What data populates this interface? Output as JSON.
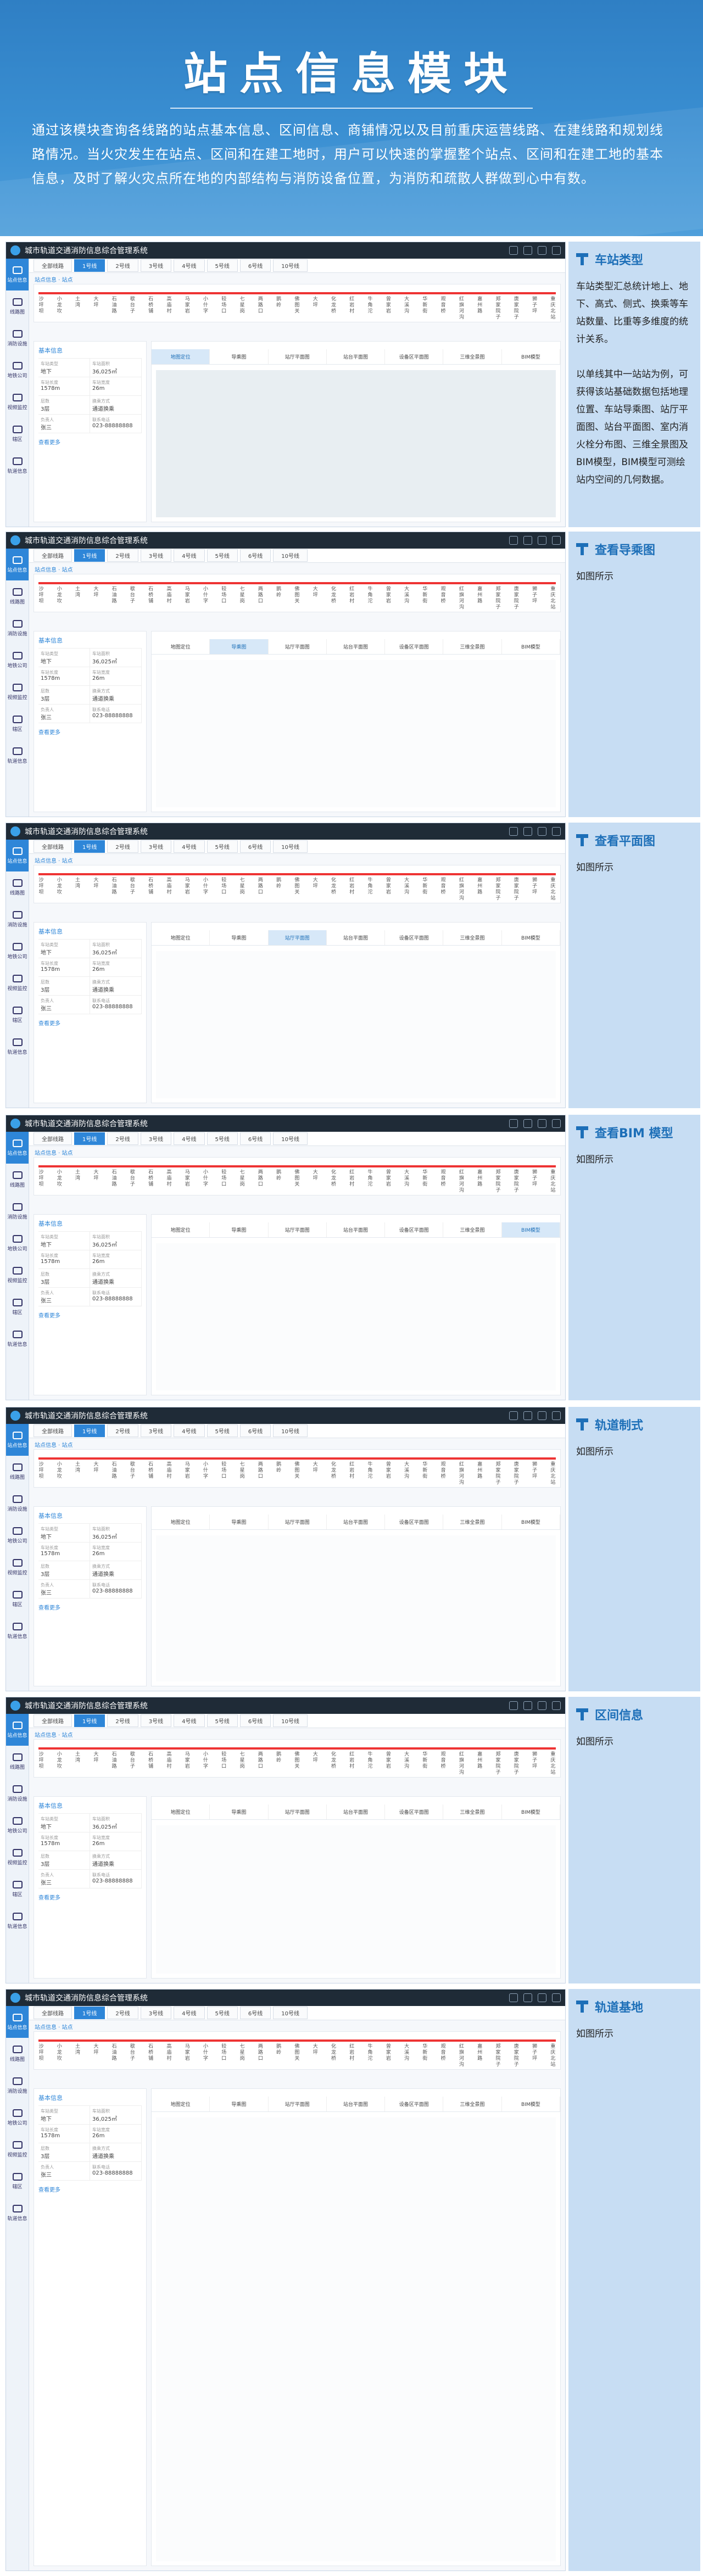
{
  "hero": {
    "title": "站点信息模块",
    "description": "通过该模块查询各线路的站点基本信息、区间信息、商铺情况以及目前重庆运营线路、在建线路和规划线路情况。当火灾发生在站点、区间和在建工地时，用户可以快速的掌握整个站点、区间和在建工地的基本信息，及时了解火灾点所在地的内部结构与消防设备位置，为消防和疏散人群做到心中有数。"
  },
  "app": {
    "name": "城市轨道交通消防信息综合管理系统",
    "line_tabs": [
      "全部线路",
      "1号线",
      "2号线",
      "3号线",
      "4号线",
      "5号线",
      "6号线",
      "10号线"
    ],
    "crumb": "站点信息 · 站点",
    "nav": [
      "站点信息",
      "线路图",
      "消防设施",
      "地铁公司",
      "视频监控",
      "辖区",
      "轨道信息"
    ],
    "view_tabs": [
      "地图定位",
      "导乘图",
      "站厅平面图",
      "站台平面图",
      "设备区平面图",
      "三维全景图",
      "BIM模型"
    ],
    "stations": [
      "沙坪坝",
      "小龙坎",
      "土湾",
      "大坪",
      "石油路",
      "歇台子",
      "石桥铺",
      "高庙村",
      "马家岩",
      "小什字",
      "较场口",
      "七星岗",
      "两路口",
      "鹅岭",
      "佛图关",
      "大坪",
      "化龙桥",
      "红岩村",
      "牛角沱",
      "曾家岩",
      "大溪沟",
      "华新街",
      "观音桥",
      "红旗河沟",
      "嘉州路",
      "郑家院子",
      "唐家院子",
      "狮子坪",
      "重庆北站"
    ],
    "info_card_title": "基本信息",
    "info_fields": [
      {
        "label": "车站类型",
        "value": "地下"
      },
      {
        "label": "车站面积",
        "value": "36,025㎡"
      },
      {
        "label": "车站长度",
        "value": "1578m"
      },
      {
        "label": "车站宽度",
        "value": "26m"
      },
      {
        "label": "层数",
        "value": "3层"
      },
      {
        "label": "换乘方式",
        "value": "通道换乘"
      },
      {
        "label": "负责人",
        "value": "张三"
      },
      {
        "label": "联系电话",
        "value": "023-88888888"
      }
    ],
    "info_link": "查看更多",
    "map_title": "地图定位"
  },
  "sections": [
    {
      "title": "车站类型",
      "text": "车站类型汇总统计地上、地下、高式、侧式、换乘等车站数量、比重等多维度的统计关系。\n\n以单线其中一站站为例，可获得该站基础数据包括地理位置、车站导乘图、站厅平面图、站台平面图、室内消火栓分布图、三维全景图及BIM模型，BIM模型可测绘站内空间的几何数据。",
      "active_tab": 0
    },
    {
      "title": "查看导乘图",
      "text": "如图所示",
      "active_tab": 1
    },
    {
      "title": "查看平面图",
      "text": "如图所示",
      "active_tab": 2
    },
    {
      "title": "查看BIM 模型",
      "text": "如图所示",
      "active_tab": 6
    },
    {
      "title": "轨道制式",
      "text": "如图所示",
      "active_tab": -1
    },
    {
      "title": "区间信息",
      "text": "如图所示",
      "active_tab": -1
    },
    {
      "title": "轨道基地",
      "text": "如图所示",
      "active_tab": -1
    }
  ],
  "colors": {
    "accent": "#2e86d8",
    "line_red": "#e33333",
    "side_bg": "#c7ddf3",
    "hero": "#3a8fd2"
  }
}
